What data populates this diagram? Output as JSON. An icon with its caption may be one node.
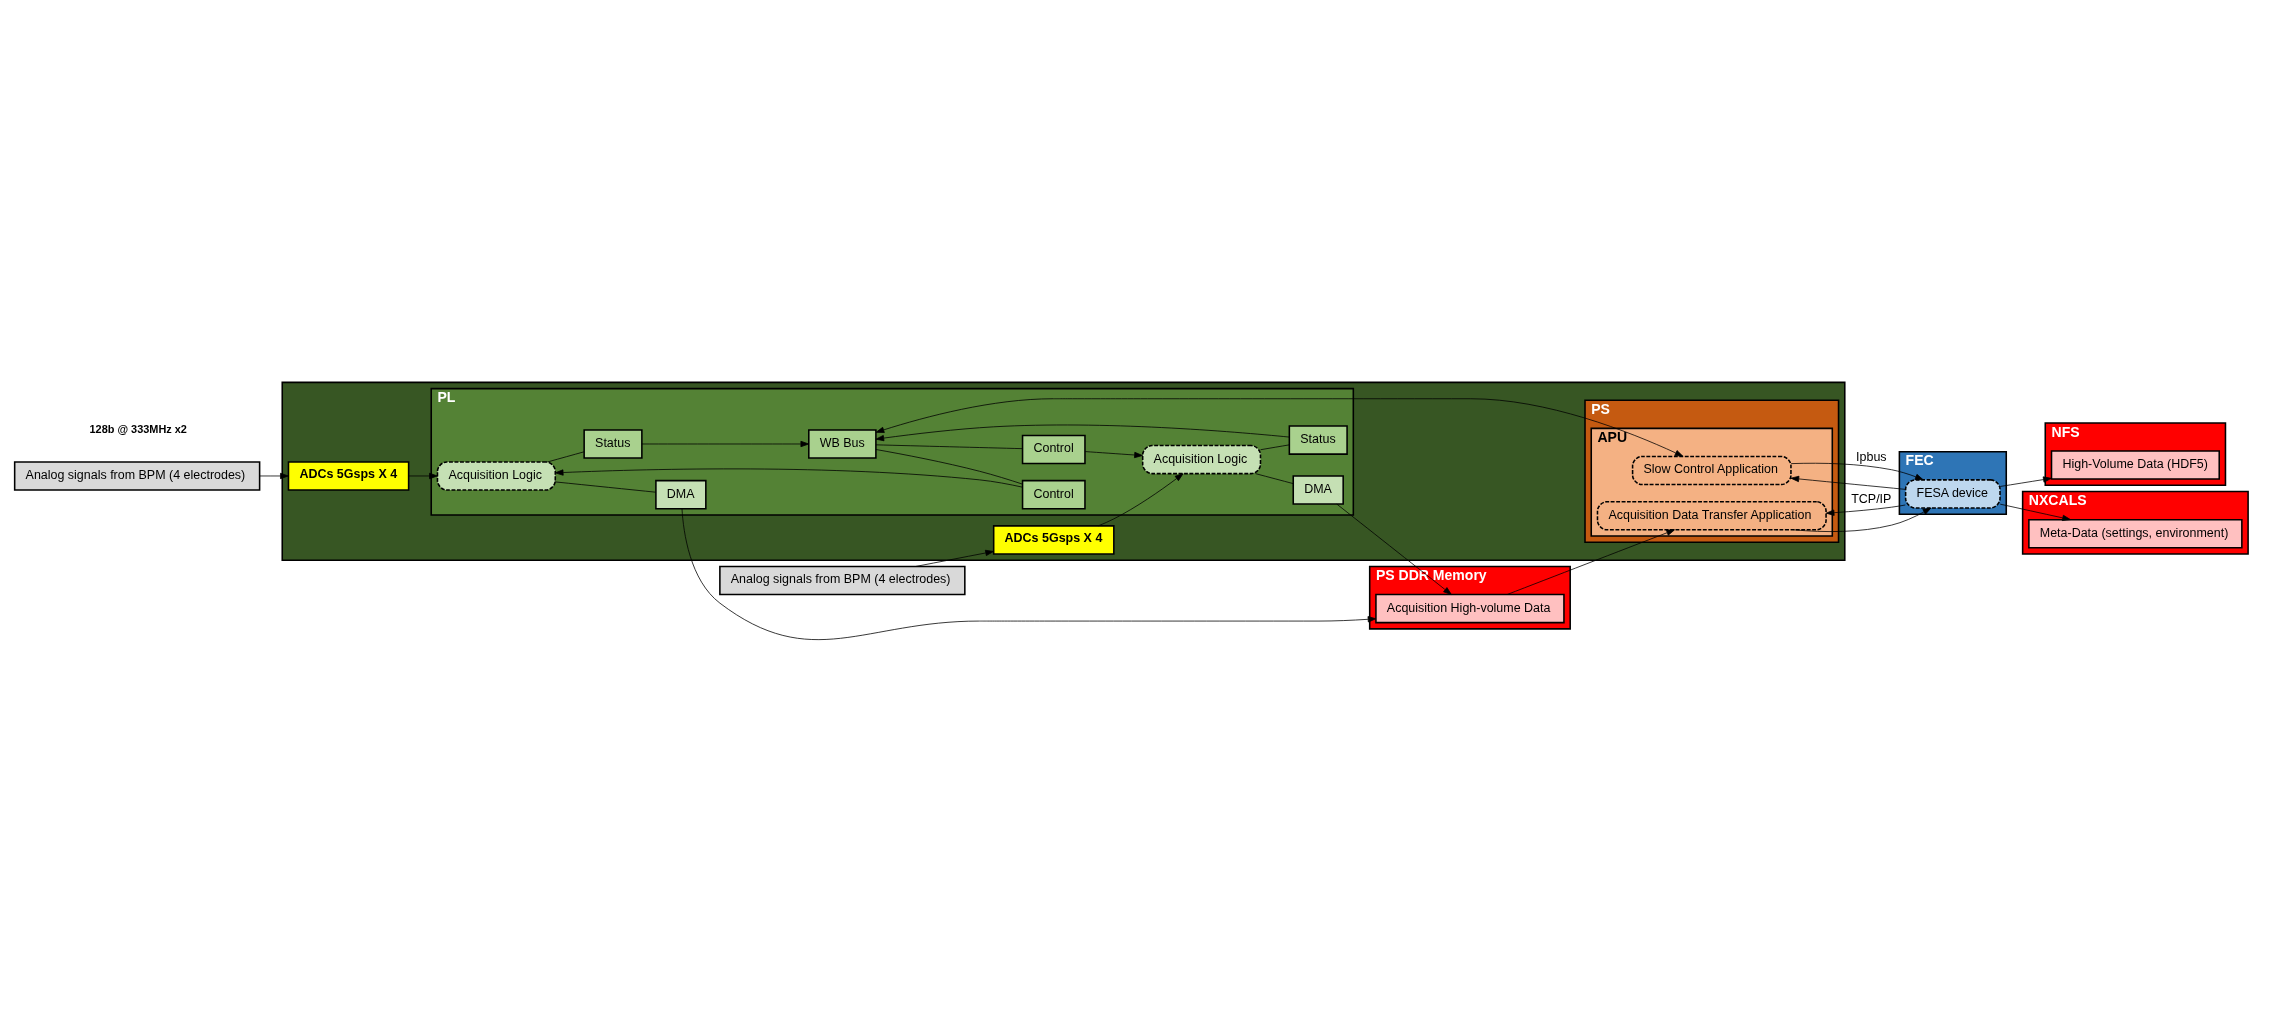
{
  "diagram": {
    "nodes": [
      {
        "text": [
          "Analog signals from BPM (4 electrodes)"
        ]
      },
      {
        "text": [
          "Analog signals from BPM (4 electrodes)"
        ]
      },
      {
        "text": [],
        "shape": "box"
      },
      {
        "text": [
          "ADCs 5Gsps X 4"
        ],
        "in": 2
      },
      {
        "text": [
          "ADCs 5Gsps X 4"
        ],
        "in": 2
      },
      {
        "text": [
          "PL"
        ],
        "in": 2
      },
      {
        "text": [
          "Acquisition Logic"
        ],
        "in": 5
      },
      {
        "text": [
          "Status"
        ],
        "in": 5
      },
      {
        "text": [
          "Control"
        ],
        "in": 5
      },
      {
        "text": [
          "WB Bus"
        ],
        "in": 5
      },
      {
        "text": [
          "Status"
        ],
        "in": 5
      },
      {
        "text": [
          "Control"
        ],
        "in": 5
      },
      {
        "text": [
          "Acquisition Logic"
        ],
        "in": 5
      },
      {
        "text": [
          "DMA"
        ],
        "in": 5
      },
      {
        "text": [
          "DMA"
        ],
        "in": 5
      },
      {
        "text": [
          "PS"
        ],
        "in": 2
      },
      {
        "text": [
          "APU"
        ],
        "in": 15
      },
      {
        "text": [
          "Slow Control Application"
        ],
        "in": 16
      },
      {
        "text": [
          "Acquisition Data Transfer Application"
        ],
        "in": 16
      },
      {
        "text": [
          "PS DDR Memory"
        ]
      },
      {
        "text": [
          "Acquisition High-volume Data"
        ],
        "in": 19
      },
      {
        "text": [
          "FEC"
        ]
      },
      {
        "text": [
          "FESA device"
        ],
        "in": 21
      },
      {
        "text": [
          "NFS"
        ]
      },
      {
        "text": [
          "High-Volume Data (HDF5)"
        ],
        "in": 23
      },
      {
        "text": [
          "NXCALS"
        ]
      },
      {
        "text": [
          "Meta-Data (settings, environment)"
        ],
        "in": 25
      }
    ],
    "edges": [
      {
        "from": 0,
        "to": 3,
        "arrow": "to"
      },
      {
        "from": 1,
        "to": 4,
        "arrow": "to"
      },
      {
        "from": 3,
        "to": 6,
        "arrow": "to"
      },
      {
        "from": 4,
        "to": 12,
        "arrow": "to"
      },
      {
        "from": 6,
        "to": 7,
        "arrow": "none"
      },
      {
        "from": 7,
        "to": 9,
        "arrow": "to"
      },
      {
        "from": 9,
        "to": 8,
        "arrow": "none"
      },
      {
        "from": 8,
        "to": 6,
        "arrow": "to"
      },
      {
        "from": 12,
        "to": 10,
        "arrow": "none"
      },
      {
        "from": 10,
        "to": 9,
        "arrow": "to"
      },
      {
        "from": 9,
        "to": 11,
        "arrow": "none"
      },
      {
        "from": 11,
        "to": 12,
        "arrow": "to"
      },
      {
        "from": 12,
        "to": 13,
        "arrow": "none"
      },
      {
        "from": 13,
        "to": 20,
        "arrow": "to"
      },
      {
        "from": 6,
        "to": 14,
        "arrow": "none"
      },
      {
        "from": 14,
        "to": 20,
        "arrow": "to"
      },
      {
        "from": 9,
        "to": 17,
        "arrow": "both"
      },
      {
        "from": 17,
        "to": 22,
        "arrow": "to",
        "label": "Ipbus"
      },
      {
        "from": 22,
        "to": 17,
        "arrow": "to"
      },
      {
        "from": 18,
        "to": 22,
        "arrow": "to"
      },
      {
        "from": 22,
        "to": 18,
        "arrow": "to",
        "label": "TCP/IP"
      },
      {
        "from": 20,
        "to": 18,
        "arrow": "to"
      },
      {
        "from": 22,
        "to": 24,
        "arrow": "to"
      },
      {
        "from": 22,
        "to": 26,
        "arrow": "to"
      }
    ],
    "labels": [
      "128b @ 333MHz x2"
    ]
  }
}
